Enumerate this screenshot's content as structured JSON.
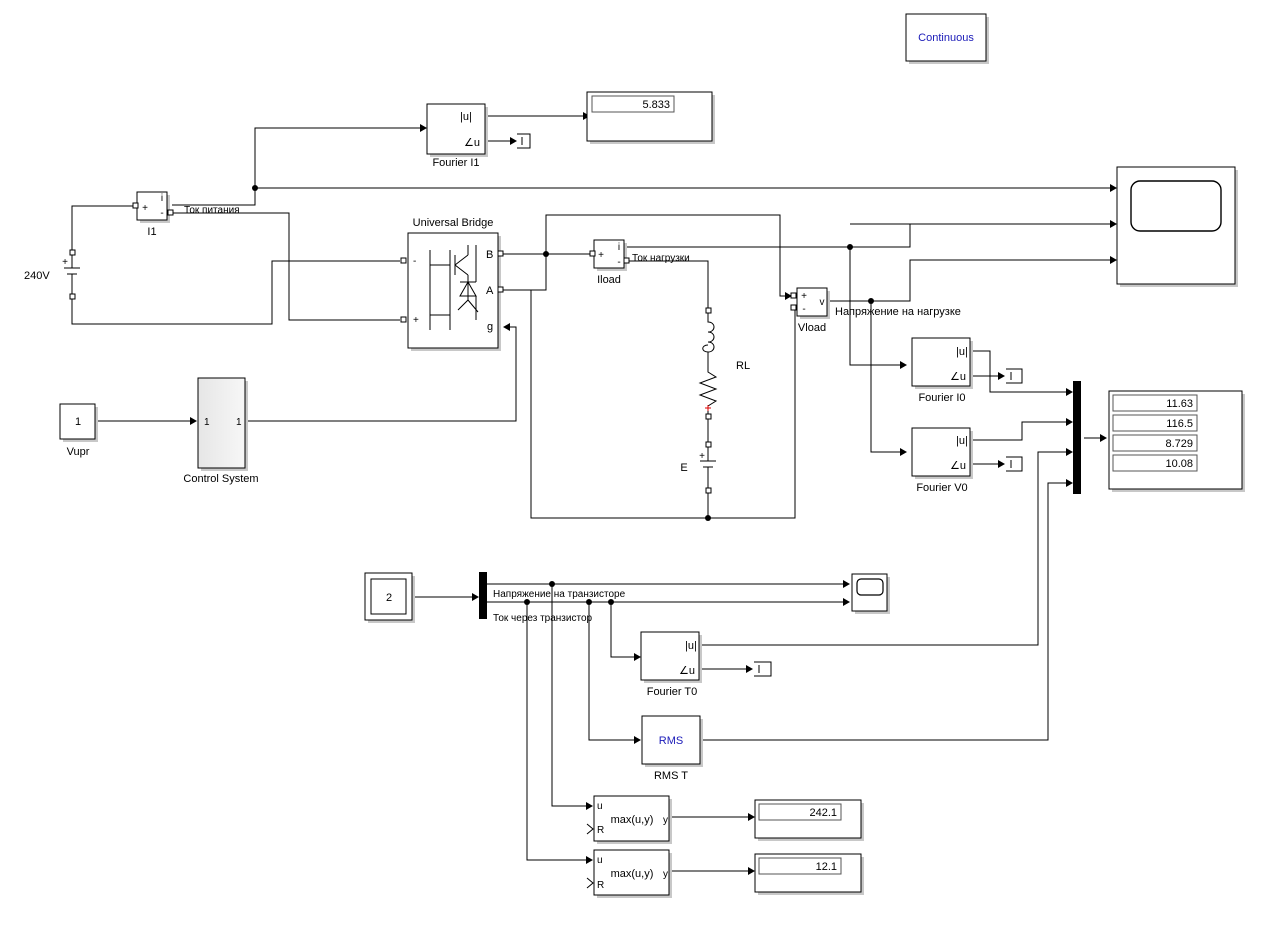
{
  "solver": {
    "label": "Continuous"
  },
  "blocks": {
    "fourier_i1": {
      "name": "Fourier I1",
      "port_mag": "|u|",
      "port_angle": "∠u"
    },
    "display_i1": {
      "value": "5.833"
    },
    "current_meter_i1": {
      "name": "I1",
      "port_plus": "+",
      "port_minus": "-",
      "port_out": "i"
    },
    "source_240v": {
      "name": "240V",
      "plus": "+"
    },
    "bridge": {
      "name": "Universal Bridge",
      "port_b": "B",
      "port_a": "A",
      "port_g": "g",
      "port_minus": "-",
      "port_plus": "+"
    },
    "current_meter_iload": {
      "name": "Iload",
      "port_plus": "+",
      "port_minus": "-",
      "port_out": "i"
    },
    "voltage_meter_vload": {
      "name": "Vload",
      "port_plus": "+",
      "port_minus": "-",
      "port_out": "v"
    },
    "rl": {
      "name": "RL"
    },
    "battery_e": {
      "name": "E",
      "plus": "+"
    },
    "vupr": {
      "name": "Vupr",
      "value": "1"
    },
    "control_system": {
      "name": "Control System",
      "port_in": "1",
      "port_out": "1"
    },
    "fourier_i0": {
      "name": "Fourier I0",
      "port_mag": "|u|",
      "port_angle": "∠u"
    },
    "fourier_v0": {
      "name": "Fourier V0",
      "port_mag": "|u|",
      "port_angle": "∠u"
    },
    "display_multi": {
      "values": [
        "11.63",
        "116.5",
        "8.729",
        "10.08"
      ]
    },
    "const_2": {
      "value": "2"
    },
    "fourier_t0": {
      "name": "Fourier T0",
      "port_mag": "|u|",
      "port_angle": "∠u"
    },
    "rms_t": {
      "name": "RMS T",
      "label": "RMS"
    },
    "max1": {
      "label": "max(u,y)",
      "port_u": "u",
      "port_r": "R",
      "port_y": "y"
    },
    "max2": {
      "label": "max(u,y)",
      "port_u": "u",
      "port_r": "R",
      "port_y": "y"
    },
    "display_max1": {
      "value": "242.1"
    },
    "display_max2": {
      "value": "12.1"
    }
  },
  "signals": {
    "supply_current": "Ток питания",
    "load_current": "Ток нагрузки",
    "load_voltage": "Напряжение на нагрузке",
    "transistor_voltage": "Напряжение на транзисторе",
    "transistor_current": "Ток через транзистор"
  },
  "colors": {
    "accent": "#1a1ab8",
    "line": "#000000",
    "shadow": "#c8c8c8"
  }
}
